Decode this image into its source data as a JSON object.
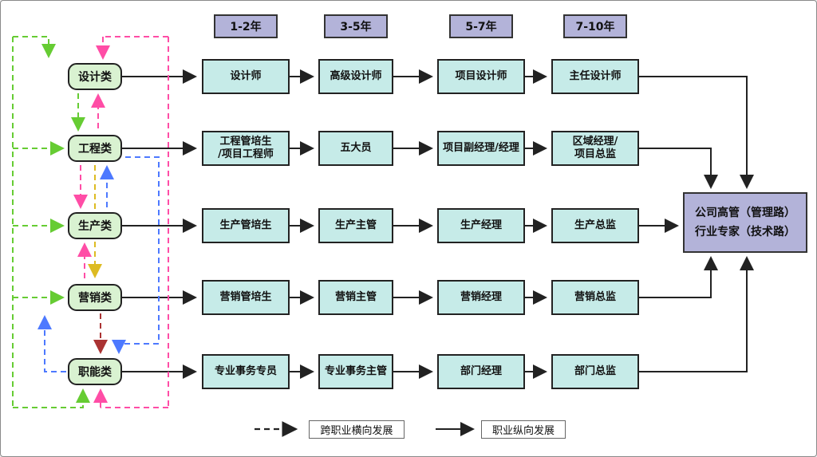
{
  "timeline": {
    "labels": [
      "1-2年",
      "3-5年",
      "5-7年",
      "7-10年"
    ]
  },
  "categories": [
    {
      "label": "设计类",
      "stages": [
        "设计师",
        "高级设计师",
        "项目设计师",
        "主任设计师"
      ]
    },
    {
      "label": "工程类",
      "stages": [
        "工程管培生\n/项目工程师",
        "五大员",
        "项目副经理/经理",
        "区域经理/\n项目总监"
      ]
    },
    {
      "label": "生产类",
      "stages": [
        "生产管培生",
        "生产主管",
        "生产经理",
        "生产总监"
      ]
    },
    {
      "label": "营销类",
      "stages": [
        "营销管培生",
        "营销主管",
        "营销经理",
        "营销总监"
      ]
    },
    {
      "label": "职能类",
      "stages": [
        "专业事务专员",
        "专业事务主管",
        "部门经理",
        "部门总监"
      ]
    }
  ],
  "terminal": {
    "line1": "公司高管（管理路）",
    "line2": "行业专家（技术路）"
  },
  "legend": {
    "dashed": "跨职业横向发展",
    "solid": "职业纵向发展"
  },
  "colors": {
    "stage_box": "#c6ebe8",
    "category_node": "#d9f2d1",
    "timeline_box": "#b3b3d9",
    "terminal_box": "#b3b3d9",
    "arrow": "#222222",
    "dash_green": "#66cc33",
    "dash_pink": "#ff4da6",
    "dash_yellow": "#ddbb22",
    "dash_blue": "#4d79ff",
    "dash_red": "#aa3333"
  }
}
